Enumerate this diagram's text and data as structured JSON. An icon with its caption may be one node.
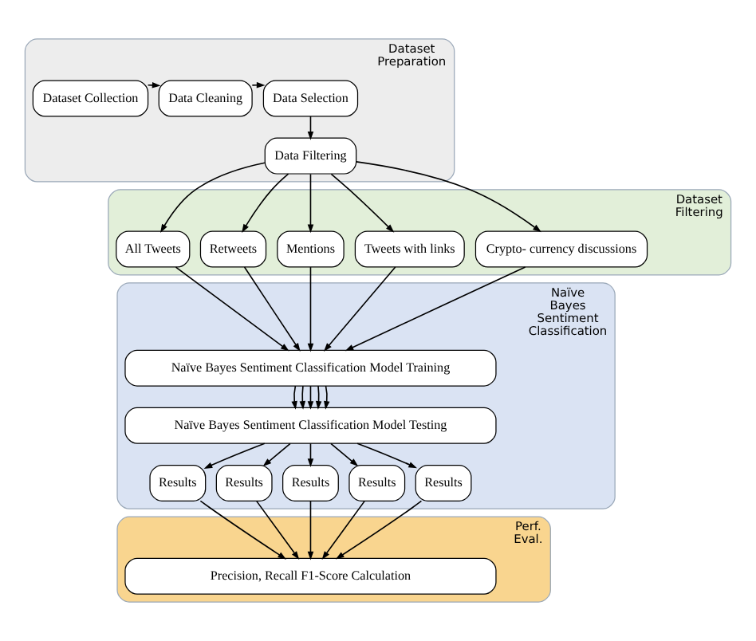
{
  "diagram": {
    "nodes": [
      {
        "text": [
          "Dataset Preparation"
        ]
      },
      {
        "text": [
          "Dataset Collection"
        ],
        "in": 0
      },
      {
        "text": [
          "Data Cleaning"
        ],
        "in": 0
      },
      {
        "text": [
          "Data Selection"
        ],
        "in": 0
      },
      {
        "text": [
          "Data Filtering"
        ],
        "in": 0
      },
      {
        "text": [
          "Dataset Filtering"
        ]
      },
      {
        "text": [
          "All Tweets"
        ],
        "in": 5
      },
      {
        "text": [
          "Retweets"
        ],
        "in": 5
      },
      {
        "text": [
          "Mentions"
        ],
        "in": 5
      },
      {
        "text": [
          "Tweets with links"
        ],
        "in": 5
      },
      {
        "text": [
          "Crypto- currency discussions"
        ],
        "in": 5
      },
      {
        "text": [
          "Naïve Bayes Sentiment Classification"
        ]
      },
      {
        "text": [
          "Naïve Bayes Sentiment Classification Model Training"
        ],
        "in": 11
      },
      {
        "text": [
          "Naïve Bayes Sentiment Classification Model Testing"
        ],
        "in": 11
      },
      {
        "text": [
          "Results"
        ],
        "in": 11
      },
      {
        "text": [
          "Results"
        ],
        "in": 11
      },
      {
        "text": [
          "Results"
        ],
        "in": 11
      },
      {
        "text": [
          "Results"
        ],
        "in": 11
      },
      {
        "text": [
          "Results"
        ],
        "in": 11
      },
      {
        "text": [
          "Perf. Eval."
        ]
      },
      {
        "text": [
          "Precision, Recall F1-Score Calculation"
        ],
        "in": 19
      }
    ],
    "edges": [
      {
        "from": 1,
        "to": 2,
        "arrow": "to"
      },
      {
        "from": 2,
        "to": 3,
        "arrow": "to"
      },
      {
        "from": 3,
        "to": 4,
        "arrow": "to"
      },
      {
        "from": 4,
        "to": 6,
        "arrow": "to"
      },
      {
        "from": 4,
        "to": 7,
        "arrow": "to"
      },
      {
        "from": 4,
        "to": 8,
        "arrow": "to"
      },
      {
        "from": 4,
        "to": 9,
        "arrow": "to"
      },
      {
        "from": 4,
        "to": 10,
        "arrow": "to"
      },
      {
        "from": 6,
        "to": 12,
        "arrow": "to"
      },
      {
        "from": 7,
        "to": 12,
        "arrow": "to"
      },
      {
        "from": 8,
        "to": 12,
        "arrow": "to"
      },
      {
        "from": 9,
        "to": 12,
        "arrow": "to"
      },
      {
        "from": 10,
        "to": 12,
        "arrow": "to"
      },
      {
        "from": 12,
        "to": 13,
        "arrow": "to"
      },
      {
        "from": 12,
        "to": 13,
        "arrow": "to"
      },
      {
        "from": 12,
        "to": 13,
        "arrow": "to"
      },
      {
        "from": 12,
        "to": 13,
        "arrow": "to"
      },
      {
        "from": 12,
        "to": 13,
        "arrow": "to"
      },
      {
        "from": 13,
        "to": 14,
        "arrow": "to"
      },
      {
        "from": 13,
        "to": 15,
        "arrow": "to"
      },
      {
        "from": 13,
        "to": 16,
        "arrow": "to"
      },
      {
        "from": 13,
        "to": 17,
        "arrow": "to"
      },
      {
        "from": 13,
        "to": 18,
        "arrow": "to"
      },
      {
        "from": 14,
        "to": 20,
        "arrow": "to"
      },
      {
        "from": 15,
        "to": 20,
        "arrow": "to"
      },
      {
        "from": 16,
        "to": 20,
        "arrow": "to"
      },
      {
        "from": 17,
        "to": 20,
        "arrow": "to"
      },
      {
        "from": 18,
        "to": 20,
        "arrow": "to"
      }
    ]
  }
}
